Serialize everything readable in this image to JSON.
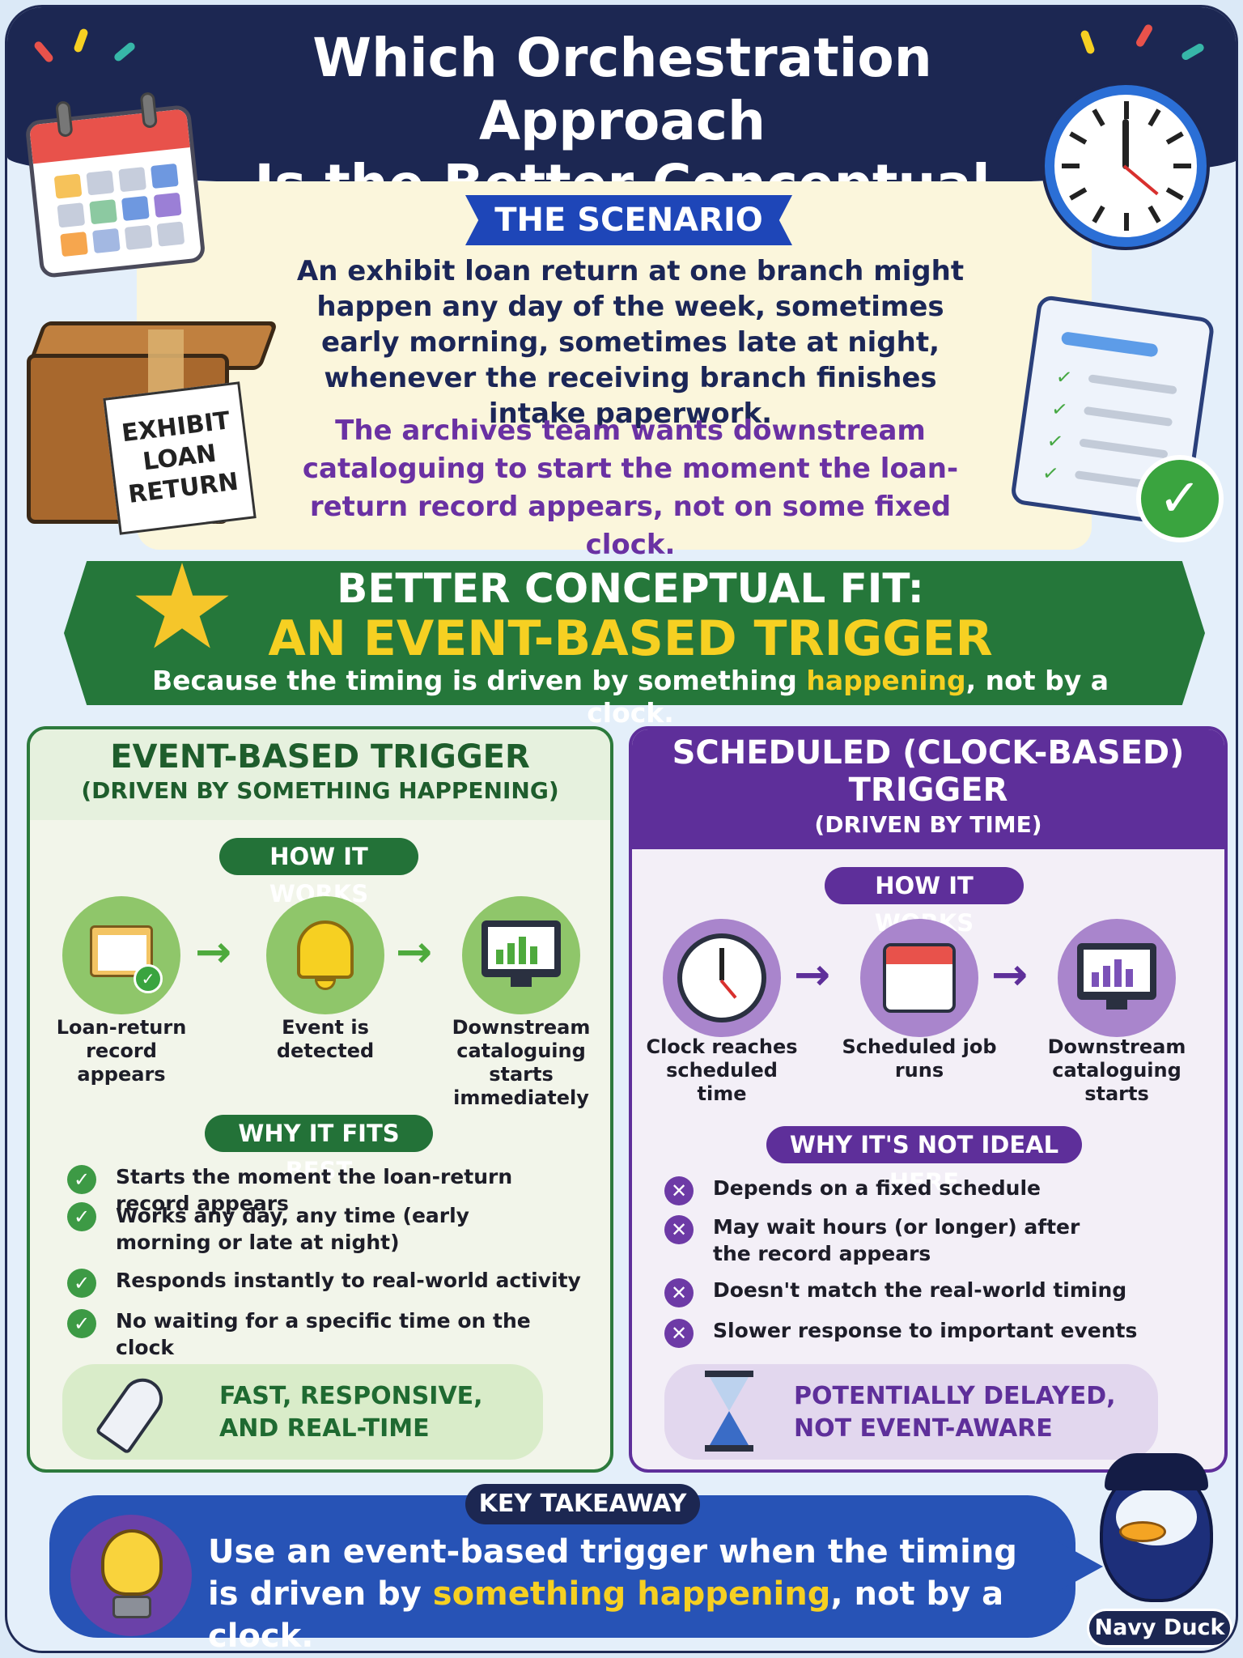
{
  "header": {
    "title_line1": "Which Orchestration Approach",
    "title_line2": "Is the Better Conceptual Fit?"
  },
  "scenario": {
    "ribbon": "THE SCENARIO",
    "paragraph1": "An exhibit loan return at one branch might happen any day of the week, sometimes early morning, sometimes late at night, whenever the receiving branch finishes intake paperwork.",
    "paragraph2": "The archives team wants downstream cataloguing to start the moment the loan-return record appears, not on some fixed clock.",
    "box_label": "EXHIBIT LOAN RETURN"
  },
  "verdict": {
    "line1": "BETTER CONCEPTUAL FIT:",
    "line2": "AN EVENT-BASED TRIGGER",
    "line3_before": "Because the timing is driven by something",
    "line3_highlight": "happening",
    "line3_after": ", not by a clock."
  },
  "event_panel": {
    "title": "EVENT-BASED TRIGGER",
    "subtitle": "(DRIVEN BY SOMETHING HAPPENING)",
    "how_label": "HOW IT WORKS",
    "steps": [
      {
        "icon": "folder-record-icon",
        "label": "Loan-return record appears"
      },
      {
        "icon": "bell-icon",
        "label": "Event is detected"
      },
      {
        "icon": "monitor-chart-icon",
        "label": "Downstream cataloguing starts immediately"
      }
    ],
    "why_label": "WHY IT FITS BEST",
    "reasons": [
      "Starts the moment the loan-return record appears",
      "Works any day, any time (early morning or late at night)",
      "Responds instantly to real-world activity",
      "No waiting for a specific time on the clock"
    ],
    "callout": "FAST, RESPONSIVE, AND REAL-TIME"
  },
  "scheduled_panel": {
    "title_line1": "SCHEDULED (CLOCK-BASED)",
    "title_line2": "TRIGGER",
    "subtitle": "(DRIVEN BY TIME)",
    "how_label": "HOW IT WORKS",
    "steps": [
      {
        "icon": "clock-icon",
        "label": "Clock reaches scheduled time"
      },
      {
        "icon": "calendar-icon",
        "label": "Scheduled job runs"
      },
      {
        "icon": "monitor-chart-icon",
        "label": "Downstream cataloguing starts"
      }
    ],
    "why_label": "WHY IT'S NOT IDEAL HERE",
    "reasons": [
      "Depends on a fixed schedule",
      "May wait hours (or longer) after the record appears",
      "Doesn't match the real-world timing",
      "Slower response to important events"
    ],
    "callout": "POTENTIALLY DELAYED, NOT EVENT-AWARE"
  },
  "takeaway": {
    "label": "KEY TAKEAWAY",
    "text_before": "Use an event-based trigger when the timing is driven by",
    "text_highlight": "something happening",
    "text_after": ", not by a clock."
  },
  "mascot": {
    "name": "Navy Duck"
  },
  "colors": {
    "navy": "#1c2752",
    "green": "#25773a",
    "purple": "#5e2f9a",
    "yellow": "#f6d022",
    "blue": "#2753b6"
  }
}
